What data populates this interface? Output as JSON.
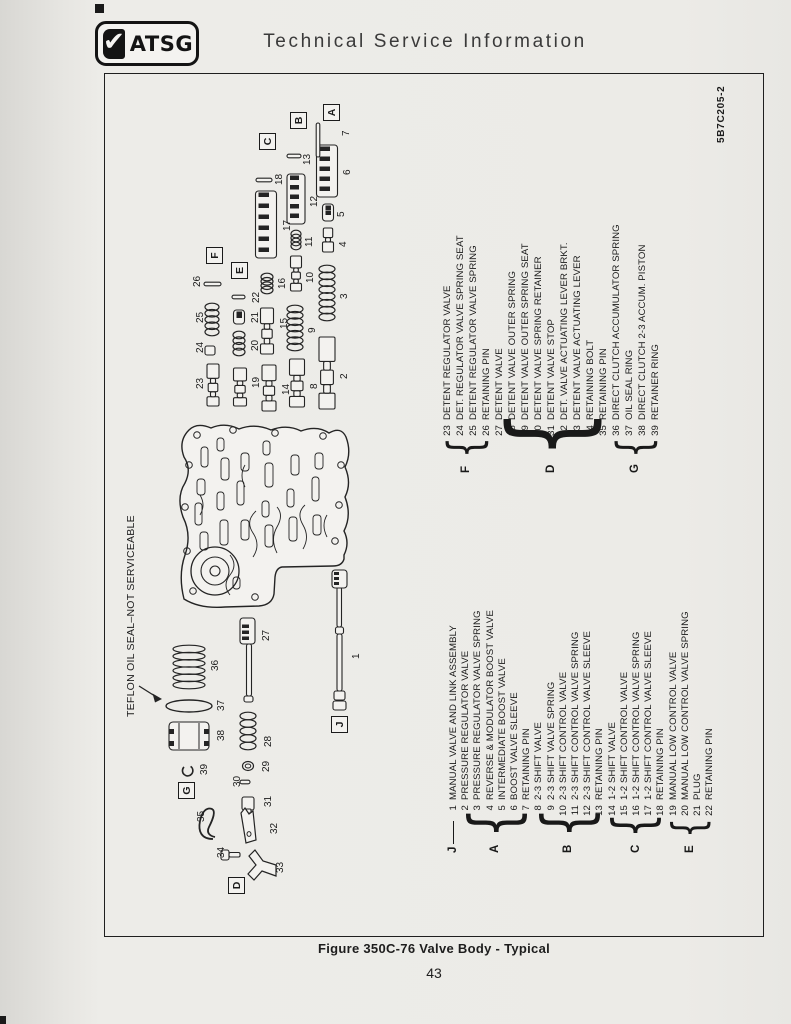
{
  "header": {
    "logo_text": "ATSG",
    "title": "Technical Service Information"
  },
  "document_id": "5B7C205-2",
  "figure_caption": "Figure 350C-76 Valve Body - Typical",
  "page_number": "43",
  "diagram": {
    "teflon_note": "TEFLON OIL SEAL–NOT SERVICEABLE",
    "boxes": [
      {
        "letter": "A",
        "u": 814,
        "v": 218
      },
      {
        "letter": "B",
        "u": 806,
        "v": 185
      },
      {
        "letter": "C",
        "u": 785,
        "v": 154
      },
      {
        "letter": "D",
        "u": 41,
        "v": 123
      },
      {
        "letter": "E",
        "u": 656,
        "v": 126
      },
      {
        "letter": "F",
        "u": 671,
        "v": 101
      },
      {
        "letter": "G",
        "u": 136,
        "v": 73
      },
      {
        "letter": "J",
        "u": 202,
        "v": 226
      }
    ],
    "callouts": [
      {
        "n": "1",
        "u": 276,
        "v": 246
      },
      {
        "n": "2",
        "u": 556,
        "v": 234
      },
      {
        "n": "3",
        "u": 636,
        "v": 234
      },
      {
        "n": "4",
        "u": 688,
        "v": 233
      },
      {
        "n": "5",
        "u": 718,
        "v": 231
      },
      {
        "n": "6",
        "u": 760,
        "v": 237
      },
      {
        "n": "7",
        "u": 799,
        "v": 236
      },
      {
        "n": "8",
        "u": 546,
        "v": 204
      },
      {
        "n": "9",
        "u": 602,
        "v": 202
      },
      {
        "n": "10",
        "u": 652,
        "v": 200
      },
      {
        "n": "11",
        "u": 688,
        "v": 199
      },
      {
        "n": "12",
        "u": 728,
        "v": 204
      },
      {
        "n": "13",
        "u": 770,
        "v": 197
      },
      {
        "n": "14",
        "u": 540,
        "v": 176
      },
      {
        "n": "15",
        "u": 606,
        "v": 174
      },
      {
        "n": "16",
        "u": 646,
        "v": 172
      },
      {
        "n": "17",
        "u": 704,
        "v": 177
      },
      {
        "n": "18",
        "u": 750,
        "v": 169
      },
      {
        "n": "19",
        "u": 547,
        "v": 146
      },
      {
        "n": "20",
        "u": 584,
        "v": 145
      },
      {
        "n": "21",
        "u": 612,
        "v": 145
      },
      {
        "n": "22",
        "u": 632,
        "v": 146
      },
      {
        "n": "23",
        "u": 546,
        "v": 90
      },
      {
        "n": "24",
        "u": 582,
        "v": 90
      },
      {
        "n": "25",
        "u": 612,
        "v": 90
      },
      {
        "n": "26",
        "u": 648,
        "v": 87
      },
      {
        "n": "27",
        "u": 294,
        "v": 156
      },
      {
        "n": "28",
        "u": 188,
        "v": 158
      },
      {
        "n": "29",
        "u": 163,
        "v": 156
      },
      {
        "n": "30",
        "u": 148,
        "v": 127
      },
      {
        "n": "31",
        "u": 128,
        "v": 158
      },
      {
        "n": "32",
        "u": 101,
        "v": 164
      },
      {
        "n": "33",
        "u": 62,
        "v": 170
      },
      {
        "n": "34",
        "u": 77,
        "v": 111
      },
      {
        "n": "35",
        "u": 113,
        "v": 91
      },
      {
        "n": "36",
        "u": 264,
        "v": 105
      },
      {
        "n": "37",
        "u": 224,
        "v": 111
      },
      {
        "n": "38",
        "u": 194,
        "v": 111
      },
      {
        "n": "39",
        "u": 160,
        "v": 94
      }
    ]
  },
  "parts_list_left": {
    "groups": [
      {
        "label": "J",
        "items": [
          {
            "num": "1",
            "name": "MANUAL VALVE AND LINK ASSEMBLY"
          }
        ]
      },
      {
        "label": "A",
        "items": [
          {
            "num": "2",
            "name": "PRESSURE REGULATOR VALVE"
          },
          {
            "num": "3",
            "name": "PRESSURE REGULATOR VALVE SPRING"
          },
          {
            "num": "4",
            "name": "REVERSE & MODULATOR BOOST VALVE"
          },
          {
            "num": "5",
            "name": "INTERMEDIATE BOOST VALVE"
          },
          {
            "num": "6",
            "name": "BOOST VALVE SLEEVE"
          },
          {
            "num": "7",
            "name": "RETAINING PIN"
          }
        ]
      },
      {
        "label": "B",
        "items": [
          {
            "num": "8",
            "name": "2-3 SHIFT VALVE"
          },
          {
            "num": "9",
            "name": "2-3 SHIFT VALVE SPRING"
          },
          {
            "num": "10",
            "name": "2-3 SHIFT CONTROL VALVE"
          },
          {
            "num": "11",
            "name": "2-3 SHIFT CONTROL VALVE SPRING"
          },
          {
            "num": "12",
            "name": "2-3 SHIFT CONTROL VALVE SLEEVE"
          },
          {
            "num": "13",
            "name": "RETAINING PIN"
          }
        ]
      },
      {
        "label": "C",
        "items": [
          {
            "num": "14",
            "name": "1-2 SHIFT VALVE"
          },
          {
            "num": "15",
            "name": "1-2 SHIFT CONTROL VALVE"
          },
          {
            "num": "16",
            "name": "1-2 SHIFT CONTROL VALVE SPRING"
          },
          {
            "num": "17",
            "name": "1-2 SHIFT CONTROL VALVE SLEEVE"
          },
          {
            "num": "18",
            "name": "RETAINING PIN"
          }
        ]
      },
      {
        "label": "E",
        "items": [
          {
            "num": "19",
            "name": "MANUAL LOW CONTROL VALVE"
          },
          {
            "num": "20",
            "name": "MANUAL LOW CONTROL VALVE SPRING"
          },
          {
            "num": "21",
            "name": "PLUG"
          },
          {
            "num": "22",
            "name": "RETAINING PIN"
          }
        ]
      }
    ]
  },
  "parts_list_right": {
    "groups": [
      {
        "label": "F",
        "items": [
          {
            "num": "23",
            "name": "DETENT REGULATOR VALVE"
          },
          {
            "num": "24",
            "name": "DET. REGULATOR VALVE SPRING SEAT"
          },
          {
            "num": "25",
            "name": "DETENT REGULATOR VALVE SPRING"
          },
          {
            "num": "26",
            "name": "RETAINING PIN"
          }
        ]
      },
      {
        "label": "D",
        "items": [
          {
            "num": "27",
            "name": "DETENT VALVE"
          },
          {
            "num": "28",
            "name": "DETENT VALVE OUTER SPRING"
          },
          {
            "num": "29",
            "name": "DETENT VALVE OUTER SPRING SEAT"
          },
          {
            "num": "30",
            "name": "DETENT VALVE SPRING RETAINER"
          },
          {
            "num": "31",
            "name": "DETENT VALVE STOP"
          },
          {
            "num": "32",
            "name": "DET. VALVE ACTUATING LEVER BRKT."
          },
          {
            "num": "33",
            "name": "DETENT VALVE ACTUATING LEVER"
          },
          {
            "num": "34",
            "name": "RETAINING BOLT"
          },
          {
            "num": "35",
            "name": "RETAINING PIN"
          }
        ]
      },
      {
        "label": "G",
        "items": [
          {
            "num": "36",
            "name": "DIRECT CLUTCH ACCUMULATOR SPRING"
          },
          {
            "num": "37",
            "name": "OIL SEAL RING"
          },
          {
            "num": "38",
            "name": "DIRECT CLUTCH 2-3 ACCUM. PISTON"
          },
          {
            "num": "39",
            "name": "RETAINER RING"
          }
        ]
      }
    ]
  }
}
